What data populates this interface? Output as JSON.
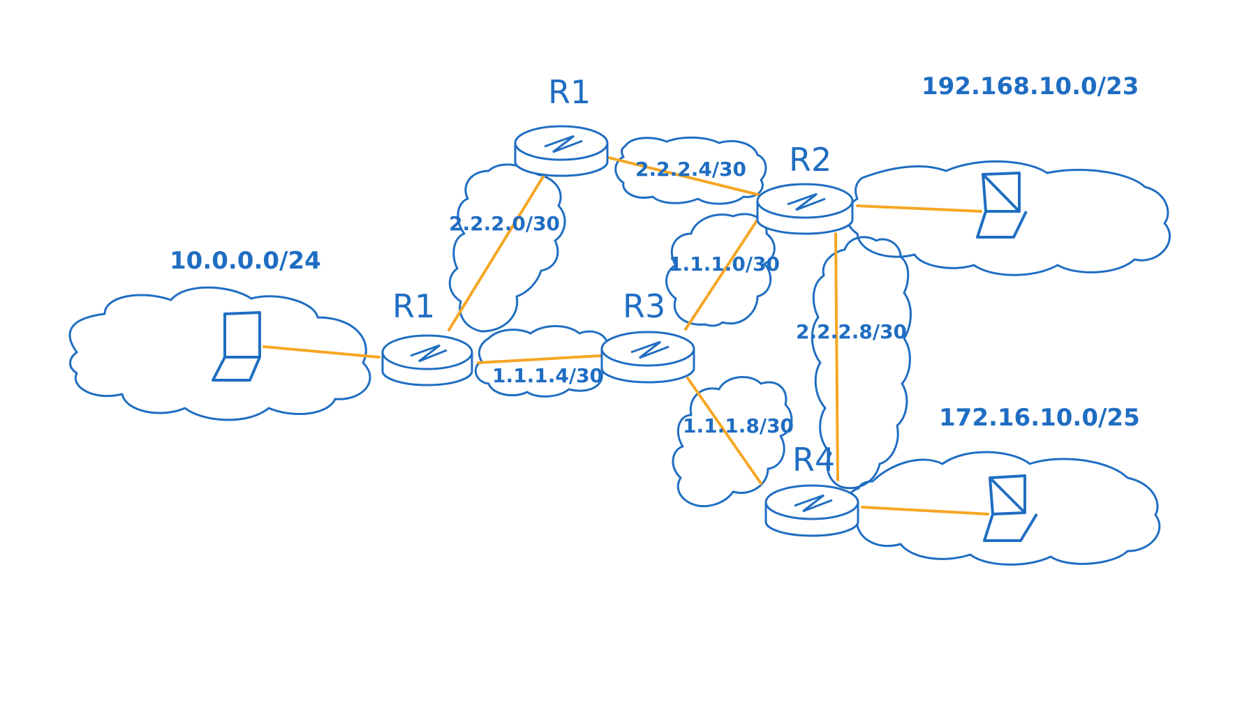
{
  "colors": {
    "stroke": "#1f6dc2",
    "link": "#f5a623",
    "background": "#ffffff"
  },
  "routers": {
    "r1_left": "R1",
    "r1_top": "R1",
    "r2": "R2",
    "r3": "R3",
    "r4": "R4"
  },
  "networks": {
    "lan_left": "10.0.0.0/24",
    "lan_top_right": "192.168.10.0/23",
    "lan_bottom_right": "172.16.10.0/25"
  },
  "links": {
    "r1_r1top": "2.2.2.0/30",
    "r1top_r2": "2.2.2.4/30",
    "r1_r3": "1.1.1.4/30",
    "r3_r2": "1.1.1.0/30",
    "r3_r4": "1.1.1.8/30",
    "r2_r4": "2.2.2.8/30"
  },
  "icons": {
    "host": "laptop-icon",
    "router": "router-icon",
    "network": "cloud-icon"
  }
}
